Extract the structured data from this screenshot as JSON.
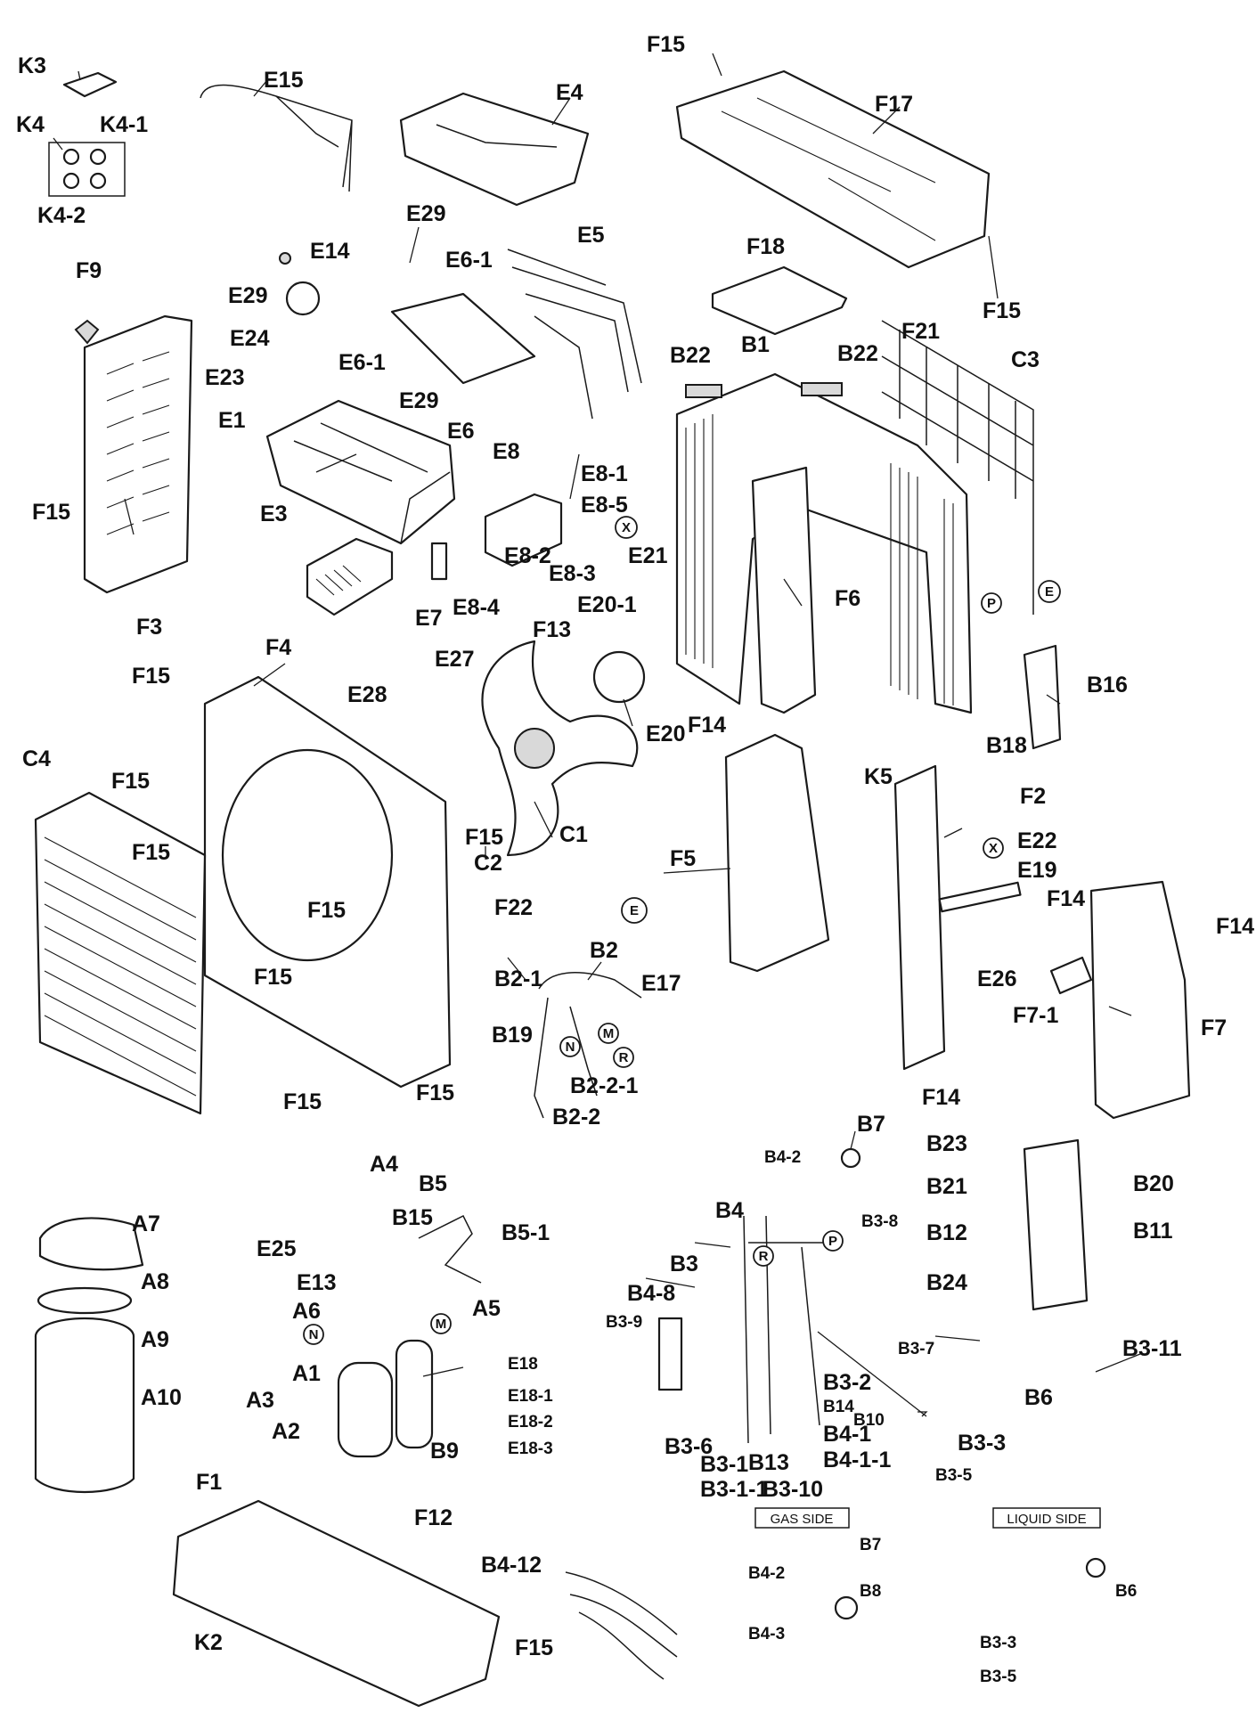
{
  "labels": {
    "K3": "K3",
    "K4": "K4",
    "K4_1": "K4-1",
    "K4_2": "K4-2",
    "E15": "E15",
    "E4": "E4",
    "F15": "F15",
    "F17": "F17",
    "E29": "E29",
    "E14": "E14",
    "E5": "E5",
    "E6_1": "E6-1",
    "F18": "F18",
    "F9": "F9",
    "E24": "E24",
    "E23": "E23",
    "E1": "E1",
    "E6": "E6",
    "B22": "B22",
    "B1": "B1",
    "F21": "F21",
    "C3": "C3",
    "E8": "E8",
    "E8_1": "E8-1",
    "E8_5": "E8-5",
    "E8_2": "E8-2",
    "E8_3": "E8-3",
    "E8_4": "E8-4",
    "E21": "E21",
    "E3": "E3",
    "E7": "E7",
    "F3": "F3",
    "E20_1": "E20-1",
    "E20": "E20",
    "F6": "F6",
    "F13": "F13",
    "B16": "B16",
    "B18": "B18",
    "F4": "F4",
    "E27": "E27",
    "E28": "E28",
    "F14": "F14",
    "C4": "C4",
    "C1": "C1",
    "C2": "C2",
    "F5": "F5",
    "K5": "K5",
    "F2": "F2",
    "E22": "E22",
    "E19": "E19",
    "F22": "F22",
    "B2": "B2",
    "B2_1": "B2-1",
    "E17": "E17",
    "B19": "B19",
    "B2_2_1": "B2-2-1",
    "B2_2": "B2-2",
    "E26": "E26",
    "F7_1": "F7-1",
    "F7": "F7",
    "B7": "B7",
    "B4_2": "B4-2",
    "B23": "B23",
    "B21": "B21",
    "B20": "B20",
    "B12": "B12",
    "B11": "B11",
    "B24": "B24",
    "A4": "A4",
    "B5": "B5",
    "A7": "A7",
    "B15": "B15",
    "B5_1": "B5-1",
    "B4": "B4",
    "B3_8": "B3-8",
    "E25": "E25",
    "A8": "A8",
    "E13": "E13",
    "A6": "A6",
    "A5": "A5",
    "B3": "B3",
    "B4_8": "B4-8",
    "B3_9": "B3-9",
    "B3_7": "B3-7",
    "A9": "A9",
    "B3_11": "B3-11",
    "E18": "E18",
    "A1": "A1",
    "B3_2": "B3-2",
    "B6": "B6",
    "A10": "A10",
    "A3": "A3",
    "E18_1": "E18-1",
    "E18_2": "E18-2",
    "E18_3": "E18-3",
    "B14": "B14",
    "B10": "B10",
    "A2": "A2",
    "B9": "B9",
    "B4_1": "B4-1",
    "B4_1_1": "B4-1-1",
    "B3_3": "B3-3",
    "B3_6": "B3-6",
    "B3_5": "B3-5",
    "B3_1": "B3-1",
    "B3_1_1": "B3-1-1",
    "B13": "B13",
    "B3_10": "B3-10",
    "F12": "F12",
    "F1": "F1",
    "B4_12": "B4-12",
    "K2": "K2",
    "B8": "B8",
    "B4_3": "B4-3"
  },
  "symbols": {
    "E": "E",
    "X": "X",
    "P": "P",
    "R": "R",
    "M": "M",
    "N": "N"
  },
  "sides": {
    "gas": "GAS SIDE",
    "liquid": "LIQUID SIDE"
  }
}
